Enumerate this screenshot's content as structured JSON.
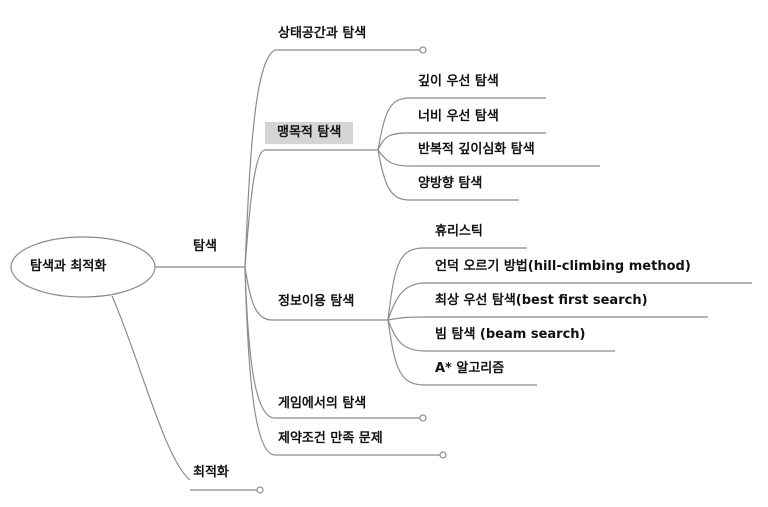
{
  "root": {
    "label": "탐색과 최적화"
  },
  "branches": {
    "search": {
      "label": "탐색",
      "state_space": "상태공간과 탐색",
      "blind": {
        "label": "맹목적 탐색",
        "items": [
          "깊이 우선 탐색",
          "너비 우선 탐색",
          "반복적 깊이심화 탐색",
          "양방향 탐색"
        ]
      },
      "informed": {
        "label": "정보이용 탐색",
        "items": [
          "휴리스틱",
          "언덕 오르기 방법(hill-climbing method)",
          "최상 우선 탐색(best first search)",
          "빔 탐색 (beam search)",
          "A* 알고리즘"
        ]
      },
      "game": "게임에서의 탐색",
      "csp": "제약조건 만족 문제"
    },
    "optimization": {
      "label": "최적화"
    }
  },
  "colors": {
    "line": "#8c8c8c",
    "highlight": "#d4d4d4",
    "text": "#111111"
  }
}
